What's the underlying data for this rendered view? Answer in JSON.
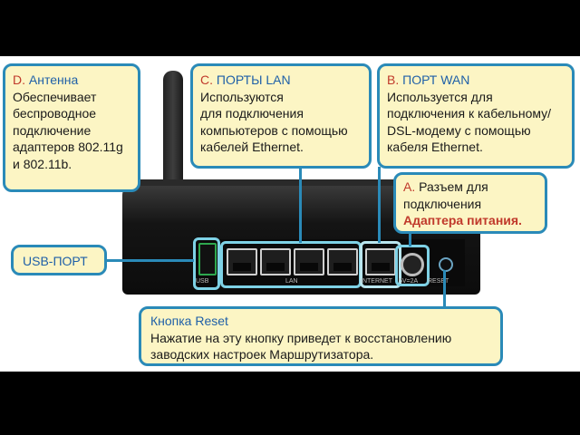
{
  "callouts": {
    "antenna": {
      "letter": "D.",
      "title": "Антенна",
      "body": [
        "Обеспечивает",
        "беспроводное",
        "подключение",
        "адаптеров 802.11g",
        "и 802.11b."
      ]
    },
    "lan": {
      "letter": "C.",
      "title": "ПОРТЫ LAN",
      "body": [
        "Используются",
        "для подключения",
        "компьютеров с помощью",
        "кабелей Ethernet."
      ]
    },
    "wan": {
      "letter": "B.",
      "title": "ПОРТ WAN",
      "body": [
        "Используется для",
        "подключения к кабельному/",
        "DSL-модему с помощью",
        "кабеля Ethernet."
      ]
    },
    "power": {
      "letter": "A.",
      "line1": "Разъем для",
      "line2": "подключения",
      "highlight": "Адаптера питания."
    },
    "usb": {
      "title": "USB-ПОРТ"
    },
    "reset": {
      "title": "Кнопка Reset",
      "body": [
        "Нажатие на эту кнопку приведет к восстановлению",
        "заводских настроек Маршрутизатора."
      ]
    }
  },
  "device_labels": {
    "usb": "USB",
    "lan": "LAN",
    "internet": "INTERNET",
    "power": "5V=2A",
    "reset": "RESET"
  },
  "colors": {
    "callout_bg": "#fcf5c4",
    "callout_border": "#2a8ab8",
    "title": "#1f60a8",
    "letter": "#c0392b"
  }
}
